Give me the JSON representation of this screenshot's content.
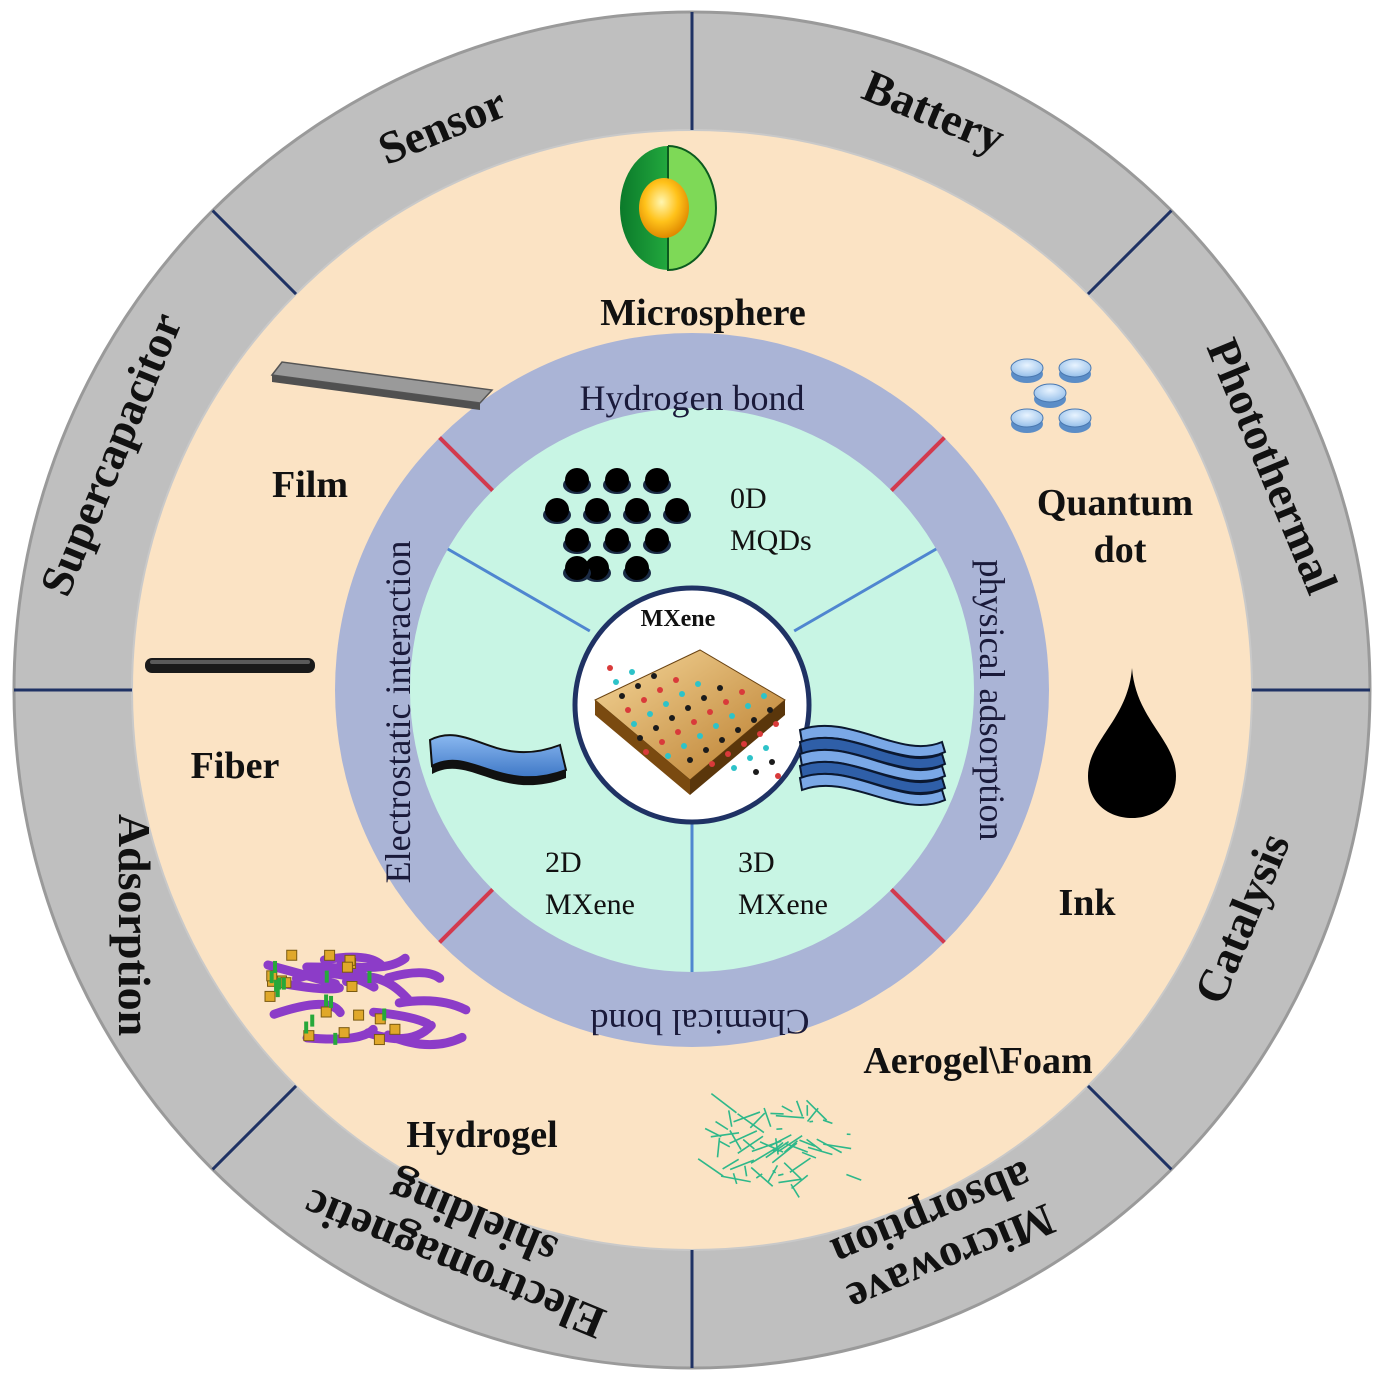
{
  "applications": [
    {
      "id": "battery",
      "lines": [
        "Battery"
      ]
    },
    {
      "id": "photothermal",
      "lines": [
        "Photothermal"
      ]
    },
    {
      "id": "catalysis",
      "lines": [
        "Catalysis"
      ]
    },
    {
      "id": "microwave",
      "lines": [
        "Microwave",
        "absorption"
      ]
    },
    {
      "id": "emi",
      "lines": [
        "Electromagnetic",
        "shielding"
      ]
    },
    {
      "id": "adsorption",
      "lines": [
        "Adsorption"
      ]
    },
    {
      "id": "supercapacitor",
      "lines": [
        "Supercapacitor"
      ]
    },
    {
      "id": "sensor",
      "lines": [
        "Sensor"
      ]
    }
  ],
  "forms": {
    "microsphere": "Microsphere",
    "quantum_dot": [
      "Quantum",
      "dot"
    ],
    "ink": "Ink",
    "aerogel": "Aerogel\\Foam",
    "hydrogel": "Hydrogel",
    "fiber": "Fiber",
    "film": "Film"
  },
  "bonds": {
    "top": "Hydrogen bond",
    "right": "physical adsorption",
    "bottom": "Chemical bond",
    "left": "Electrostatic interaction"
  },
  "dimensions": {
    "zero_d": [
      "0D",
      "MQDs"
    ],
    "two_d": [
      "2D",
      "MXene"
    ],
    "three_d": [
      "3D",
      "MXene"
    ]
  },
  "core": "MXene",
  "colors": {
    "outer_ring": "#bfbfbf",
    "middle_ring": "#fbe3c4",
    "bond_ring": "#aab4d6",
    "inner_disc": "#c8f5e4",
    "divider_navy": "#1f3264",
    "divider_red": "#d23a4e",
    "divider_blue": "#4f86d0"
  }
}
